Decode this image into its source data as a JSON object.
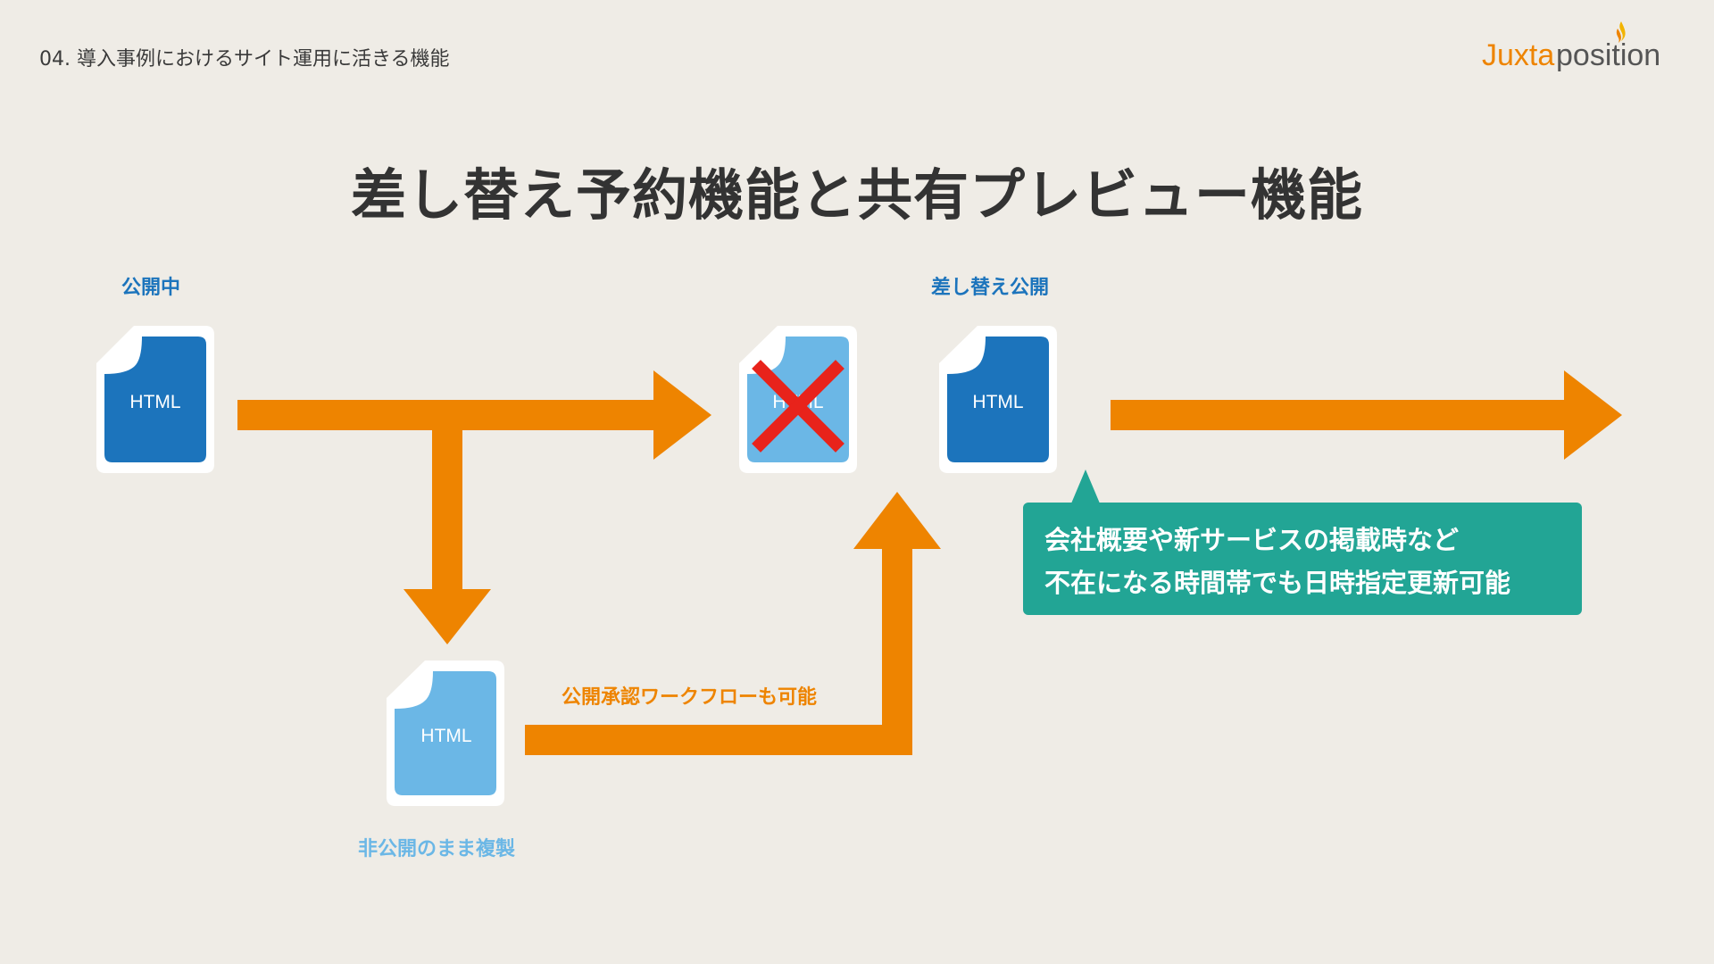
{
  "header": {
    "breadcrumb": "04. 導入事例におけるサイト運用に活きる機能",
    "logo": {
      "part1": "Juxta",
      "part2": "position"
    }
  },
  "title": "差し替え予約機能と共有プレビュー機能",
  "labels": {
    "published": "公開中",
    "replace_publish": "差し替え公開",
    "workflow": "公開承認ワークフローも可能",
    "private_copy": "非公開のまま複製"
  },
  "files": {
    "current": "HTML",
    "replaced": "HTML",
    "new": "HTML",
    "copy": "HTML"
  },
  "callout": {
    "lines": [
      "会社概要や新サービスの掲載時など",
      "不在になる時間帯でも日時指定更新可能"
    ]
  },
  "colors": {
    "background": "#efece6",
    "arrow": "#ee8400",
    "file_dark": "#1c74bc",
    "file_light": "#6bb7e6",
    "label_blue": "#1c74bc",
    "label_light_blue": "#6bb7e6",
    "label_orange": "#ee8400",
    "callout": "#22a595",
    "cross": "#e8231b",
    "logo_orange": "#ee8400",
    "logo_gray": "#555555"
  },
  "icons": {
    "document": "document-icon",
    "cross": "cross-icon",
    "flame": "flame-icon"
  }
}
